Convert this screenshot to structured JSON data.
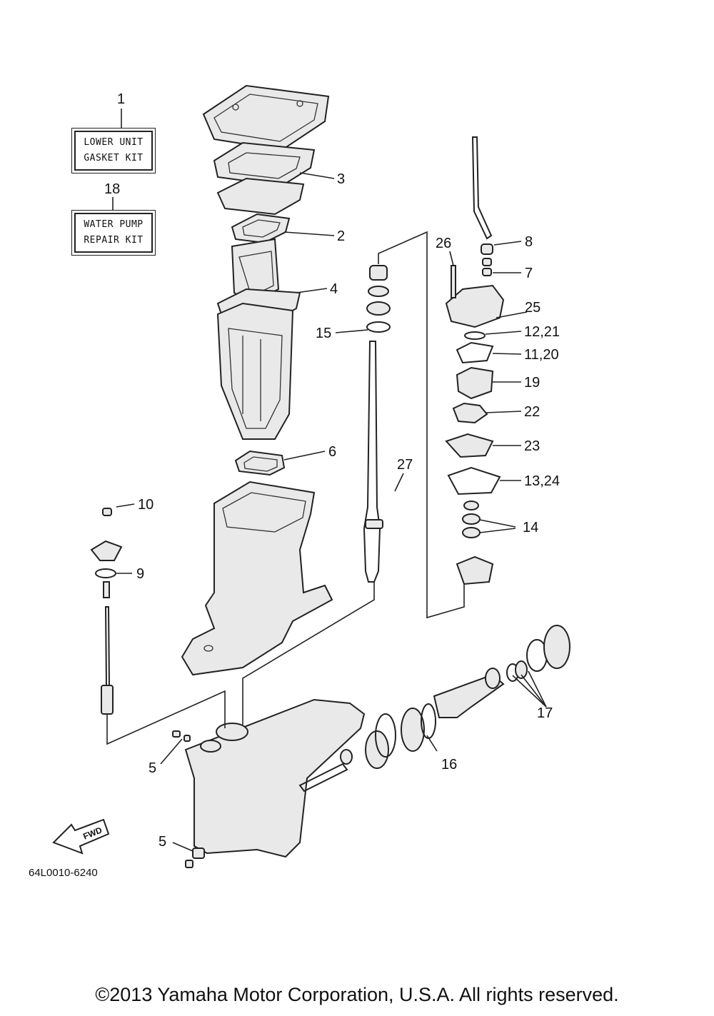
{
  "kits": [
    {
      "callout": "1",
      "line1": "LOWER UNIT",
      "line2": "GASKET KIT"
    },
    {
      "callout": "18",
      "line1": "WATER PUMP",
      "line2": "REPAIR KIT"
    }
  ],
  "callouts": {
    "c2": "2",
    "c3": "3",
    "c4": "4",
    "c5a": "5",
    "c5b": "5",
    "c6": "6",
    "c7": "7",
    "c8": "8",
    "c9": "9",
    "c10": "10",
    "c11": "11,20",
    "c12": "12,21",
    "c13": "13,24",
    "c14": "14",
    "c15": "15",
    "c16": "16",
    "c17": "17",
    "c19": "19",
    "c22": "22",
    "c23": "23",
    "c25": "25",
    "c26": "26",
    "c27": "27"
  },
  "fwd_label": "FWD",
  "reference_number": "64L0010-6240",
  "copyright": "©2013 Yamaha Motor Corporation, U.S.A. All rights reserved."
}
